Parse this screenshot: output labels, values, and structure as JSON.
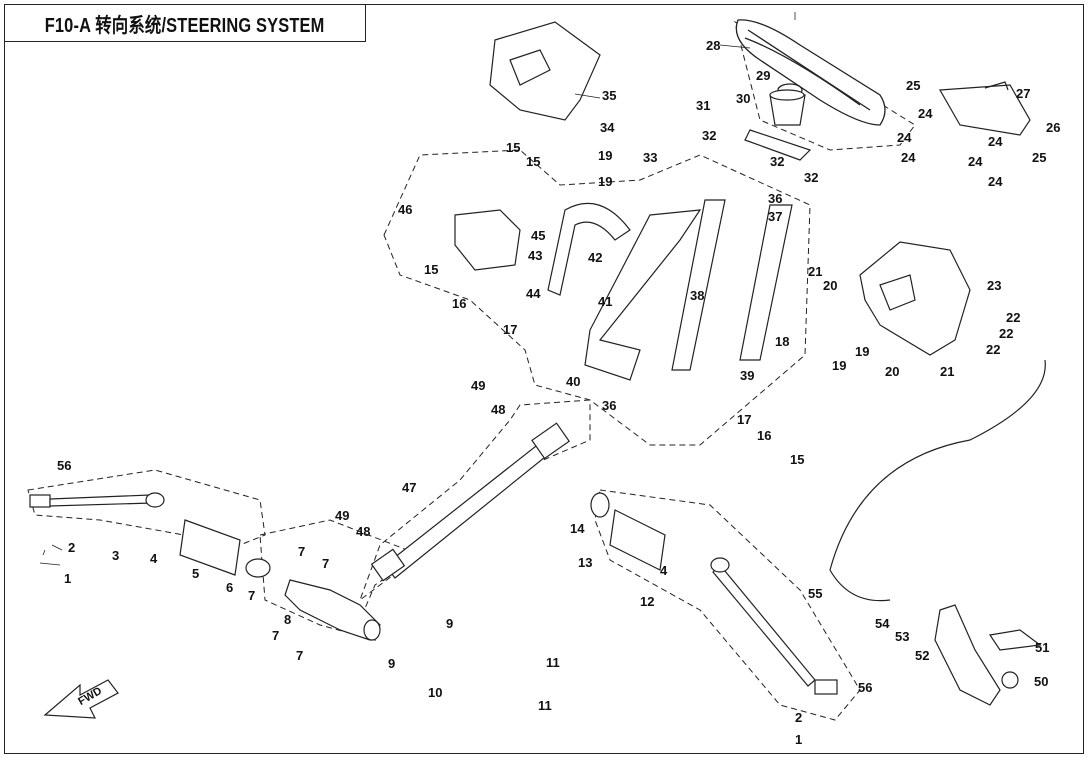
{
  "title": "F10-A 转向系统/STEERING SYSTEM",
  "fwd_marker": "FWD",
  "callouts": [
    "1",
    "2",
    "3",
    "4",
    "5",
    "6",
    "7",
    "8",
    "9",
    "10",
    "11",
    "12",
    "13",
    "14",
    "15",
    "16",
    "17",
    "18",
    "19",
    "20",
    "21",
    "22",
    "23",
    "24",
    "25",
    "26",
    "27",
    "28",
    "29",
    "30",
    "31",
    "32",
    "33",
    "34",
    "35",
    "36",
    "37",
    "38",
    "39",
    "40",
    "41",
    "42",
    "43",
    "44",
    "45",
    "46",
    "47",
    "48",
    "49",
    "50",
    "51",
    "52",
    "53",
    "54",
    "55",
    "56"
  ]
}
